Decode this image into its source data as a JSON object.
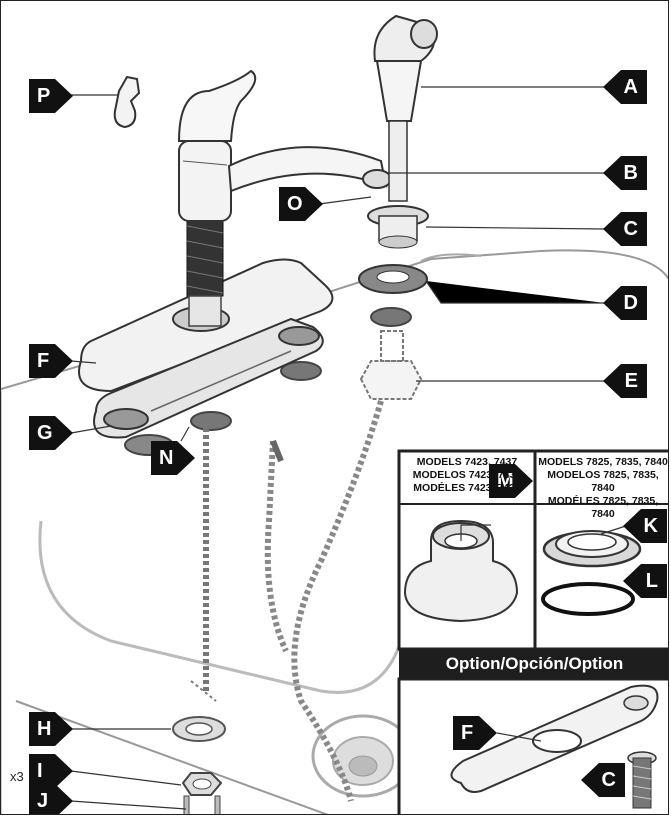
{
  "callouts": {
    "A": "A",
    "B": "B",
    "C": "C",
    "D": "D",
    "E": "E",
    "F": "F",
    "G": "G",
    "H": "H",
    "I": "I",
    "J": "J",
    "K": "K",
    "L": "L",
    "M": "M",
    "N": "N",
    "O": "O",
    "P": "P",
    "F2": "F",
    "C2": "C"
  },
  "panel_left": {
    "line1": "MODELS 7423, 7437",
    "line2": "MODELOS 7423, 7437",
    "line3": "MODÉLES 7423, 7437"
  },
  "panel_right": {
    "line1": "MODELS 7825, 7835, 7840",
    "line2": "MODELOS 7825, 7835, 7840",
    "line3": "MODÉLES 7825, 7835, 7840"
  },
  "option_title": "Option/Opción/Option",
  "quantity_label": "x3"
}
